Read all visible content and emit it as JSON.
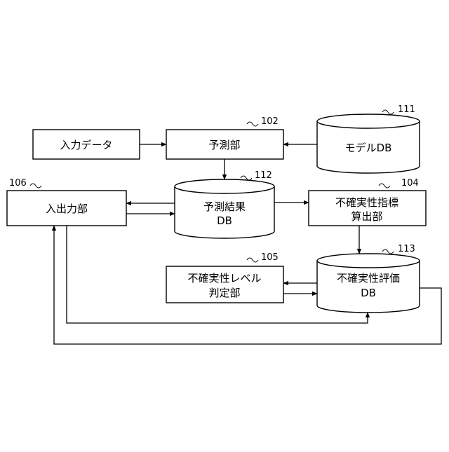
{
  "nodes": {
    "input_data": {
      "label": "入力データ"
    },
    "prediction": {
      "label": "予測部",
      "ref": "102"
    },
    "model_db": {
      "label": "モデルDB",
      "ref": "111"
    },
    "io_unit": {
      "label": "入出力部",
      "ref": "106"
    },
    "prediction_result_db": {
      "label_line1": "予測結果",
      "label_line2": "DB",
      "ref": "112"
    },
    "uncertainty_index": {
      "label_line1": "不確実性指標",
      "label_line2": "算出部",
      "ref": "104"
    },
    "uncertainty_eval_db": {
      "label_line1": "不確実性評価",
      "label_line2": "DB",
      "ref": "113"
    },
    "uncertainty_level": {
      "label_line1": "不確実性レベル",
      "label_line2": "判定部",
      "ref": "105"
    }
  }
}
